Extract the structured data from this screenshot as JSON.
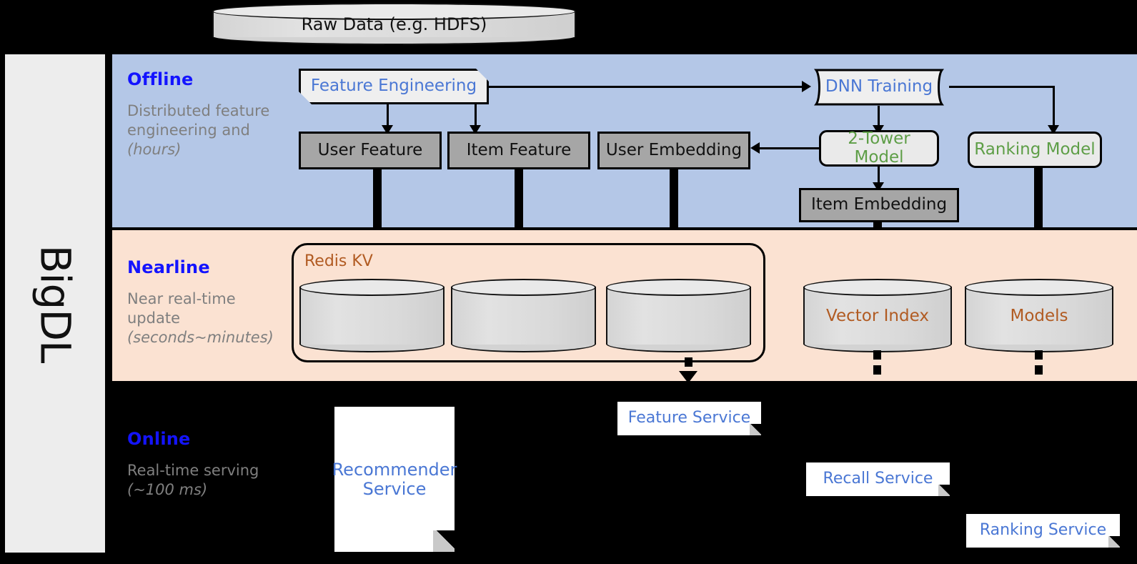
{
  "framework": {
    "name": "BigDL"
  },
  "colors": {
    "offline_band": "#B4C7E7",
    "nearline_band": "#FBE2D2",
    "online_band": "#000000",
    "accent_blue": "#1414FF",
    "text_blue": "#4A77D4",
    "text_green": "#5E9E47",
    "text_brown": "#B15B22",
    "data_box_gray": "#A6A6A6",
    "rail_gray": "#EDEDED"
  },
  "source": {
    "label": "Raw Data (e.g. HDFS)"
  },
  "sections": [
    {
      "id": "offline",
      "title": "Offline",
      "description": "Distributed feature engineering and ",
      "description_italic": "(hours)"
    },
    {
      "id": "nearline",
      "title": "Nearline",
      "description": "Near real-time update ",
      "description_italic": "(seconds~minutes)"
    },
    {
      "id": "online",
      "title": "Online",
      "description": "Real-time serving ",
      "description_italic": "(~100 ms)"
    }
  ],
  "offline": {
    "feature_engineering": "Feature Engineering",
    "dnn_training": "DNN Training",
    "user_feature": "User Feature",
    "item_feature": "Item Feature",
    "user_embedding": "User Embedding",
    "two_tower_model": "2-Tower Model",
    "ranking_model": "Ranking Model",
    "item_embedding": "Item Embedding"
  },
  "nearline": {
    "redis_group": "Redis KV",
    "vector_index": "Vector Index",
    "models": "Models"
  },
  "online": {
    "recommender_service": "Recommender\nService",
    "feature_service": "Feature Service",
    "recall_service": "Recall Service",
    "ranking_service": "Ranking Service"
  }
}
